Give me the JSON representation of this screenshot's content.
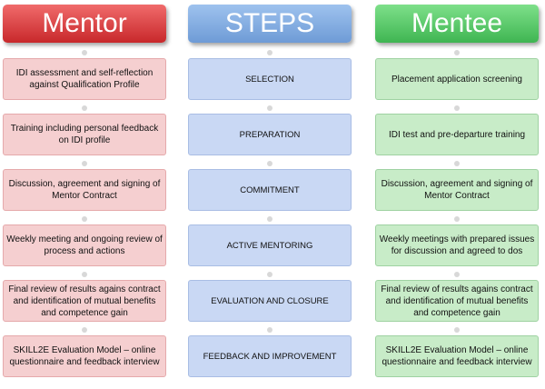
{
  "mentor": {
    "header": "Mentor",
    "items": [
      "IDI assessment and self-reflection against Qualification Profile",
      "Training including personal feedback on IDI profile",
      "Discussion, agreement and  signing of Mentor Contract",
      "Weekly meeting and ongoing review of process and actions",
      "Final review of results agains contract and identification of mutual benefits and competence gain",
      "SKILL2E Evaluation Model – online questionnaire  and feedback interview"
    ]
  },
  "steps": {
    "header": "STEPS",
    "items": [
      "SELECTION",
      "PREPARATION",
      "COMMITMENT",
      "ACTIVE MENTORING",
      "EVALUATION AND CLOSURE",
      "FEEDBACK AND IMPROVEMENT"
    ]
  },
  "mentee": {
    "header": "Mentee",
    "items": [
      "Placement  application screening",
      "IDI test and pre-departure training",
      "Discussion, agreement and  signing of Mentor Contract",
      "Weekly meetings with prepared issues for discussion and agreed to dos",
      "Final review of results agains contract and identification of  mutual benefits and competence gain",
      "SKILL2E Evaluation Model – online questionnaire  and feedback interview"
    ]
  },
  "colors": {
    "mentor_header": "#d93a3c",
    "steps_header": "#84aae0",
    "mentee_header": "#52c763",
    "mentor_box": "#f5cfd0",
    "steps_box": "#c9d8f4",
    "mentee_box": "#c8ecc8"
  }
}
